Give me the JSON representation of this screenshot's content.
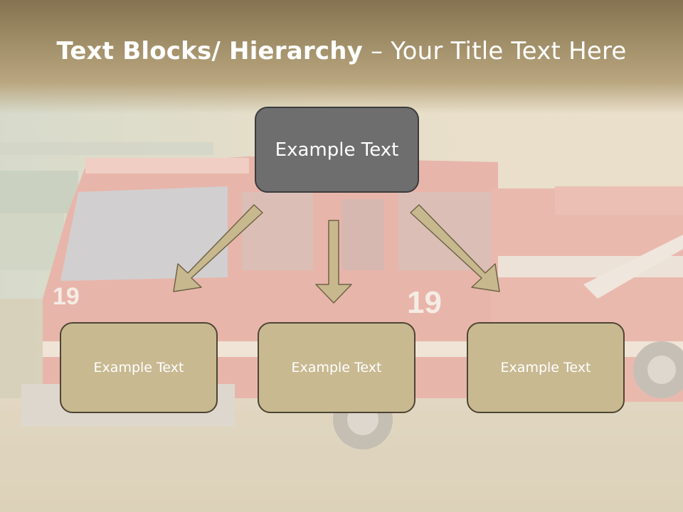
{
  "title": {
    "bold": "Text Blocks/ Hierarchy",
    "rest": " – Your Title Text Here"
  },
  "top_box": {
    "label": "Example Text"
  },
  "child_boxes": [
    {
      "label": "Example Text"
    },
    {
      "label": "Example Text"
    },
    {
      "label": "Example Text"
    }
  ],
  "truck_number": "19",
  "colors": {
    "top_box_fill": "#6e6e6f",
    "child_box_fill": "#c8b991",
    "arrow_fill": "#c8b88e",
    "title_band": "#857351"
  }
}
